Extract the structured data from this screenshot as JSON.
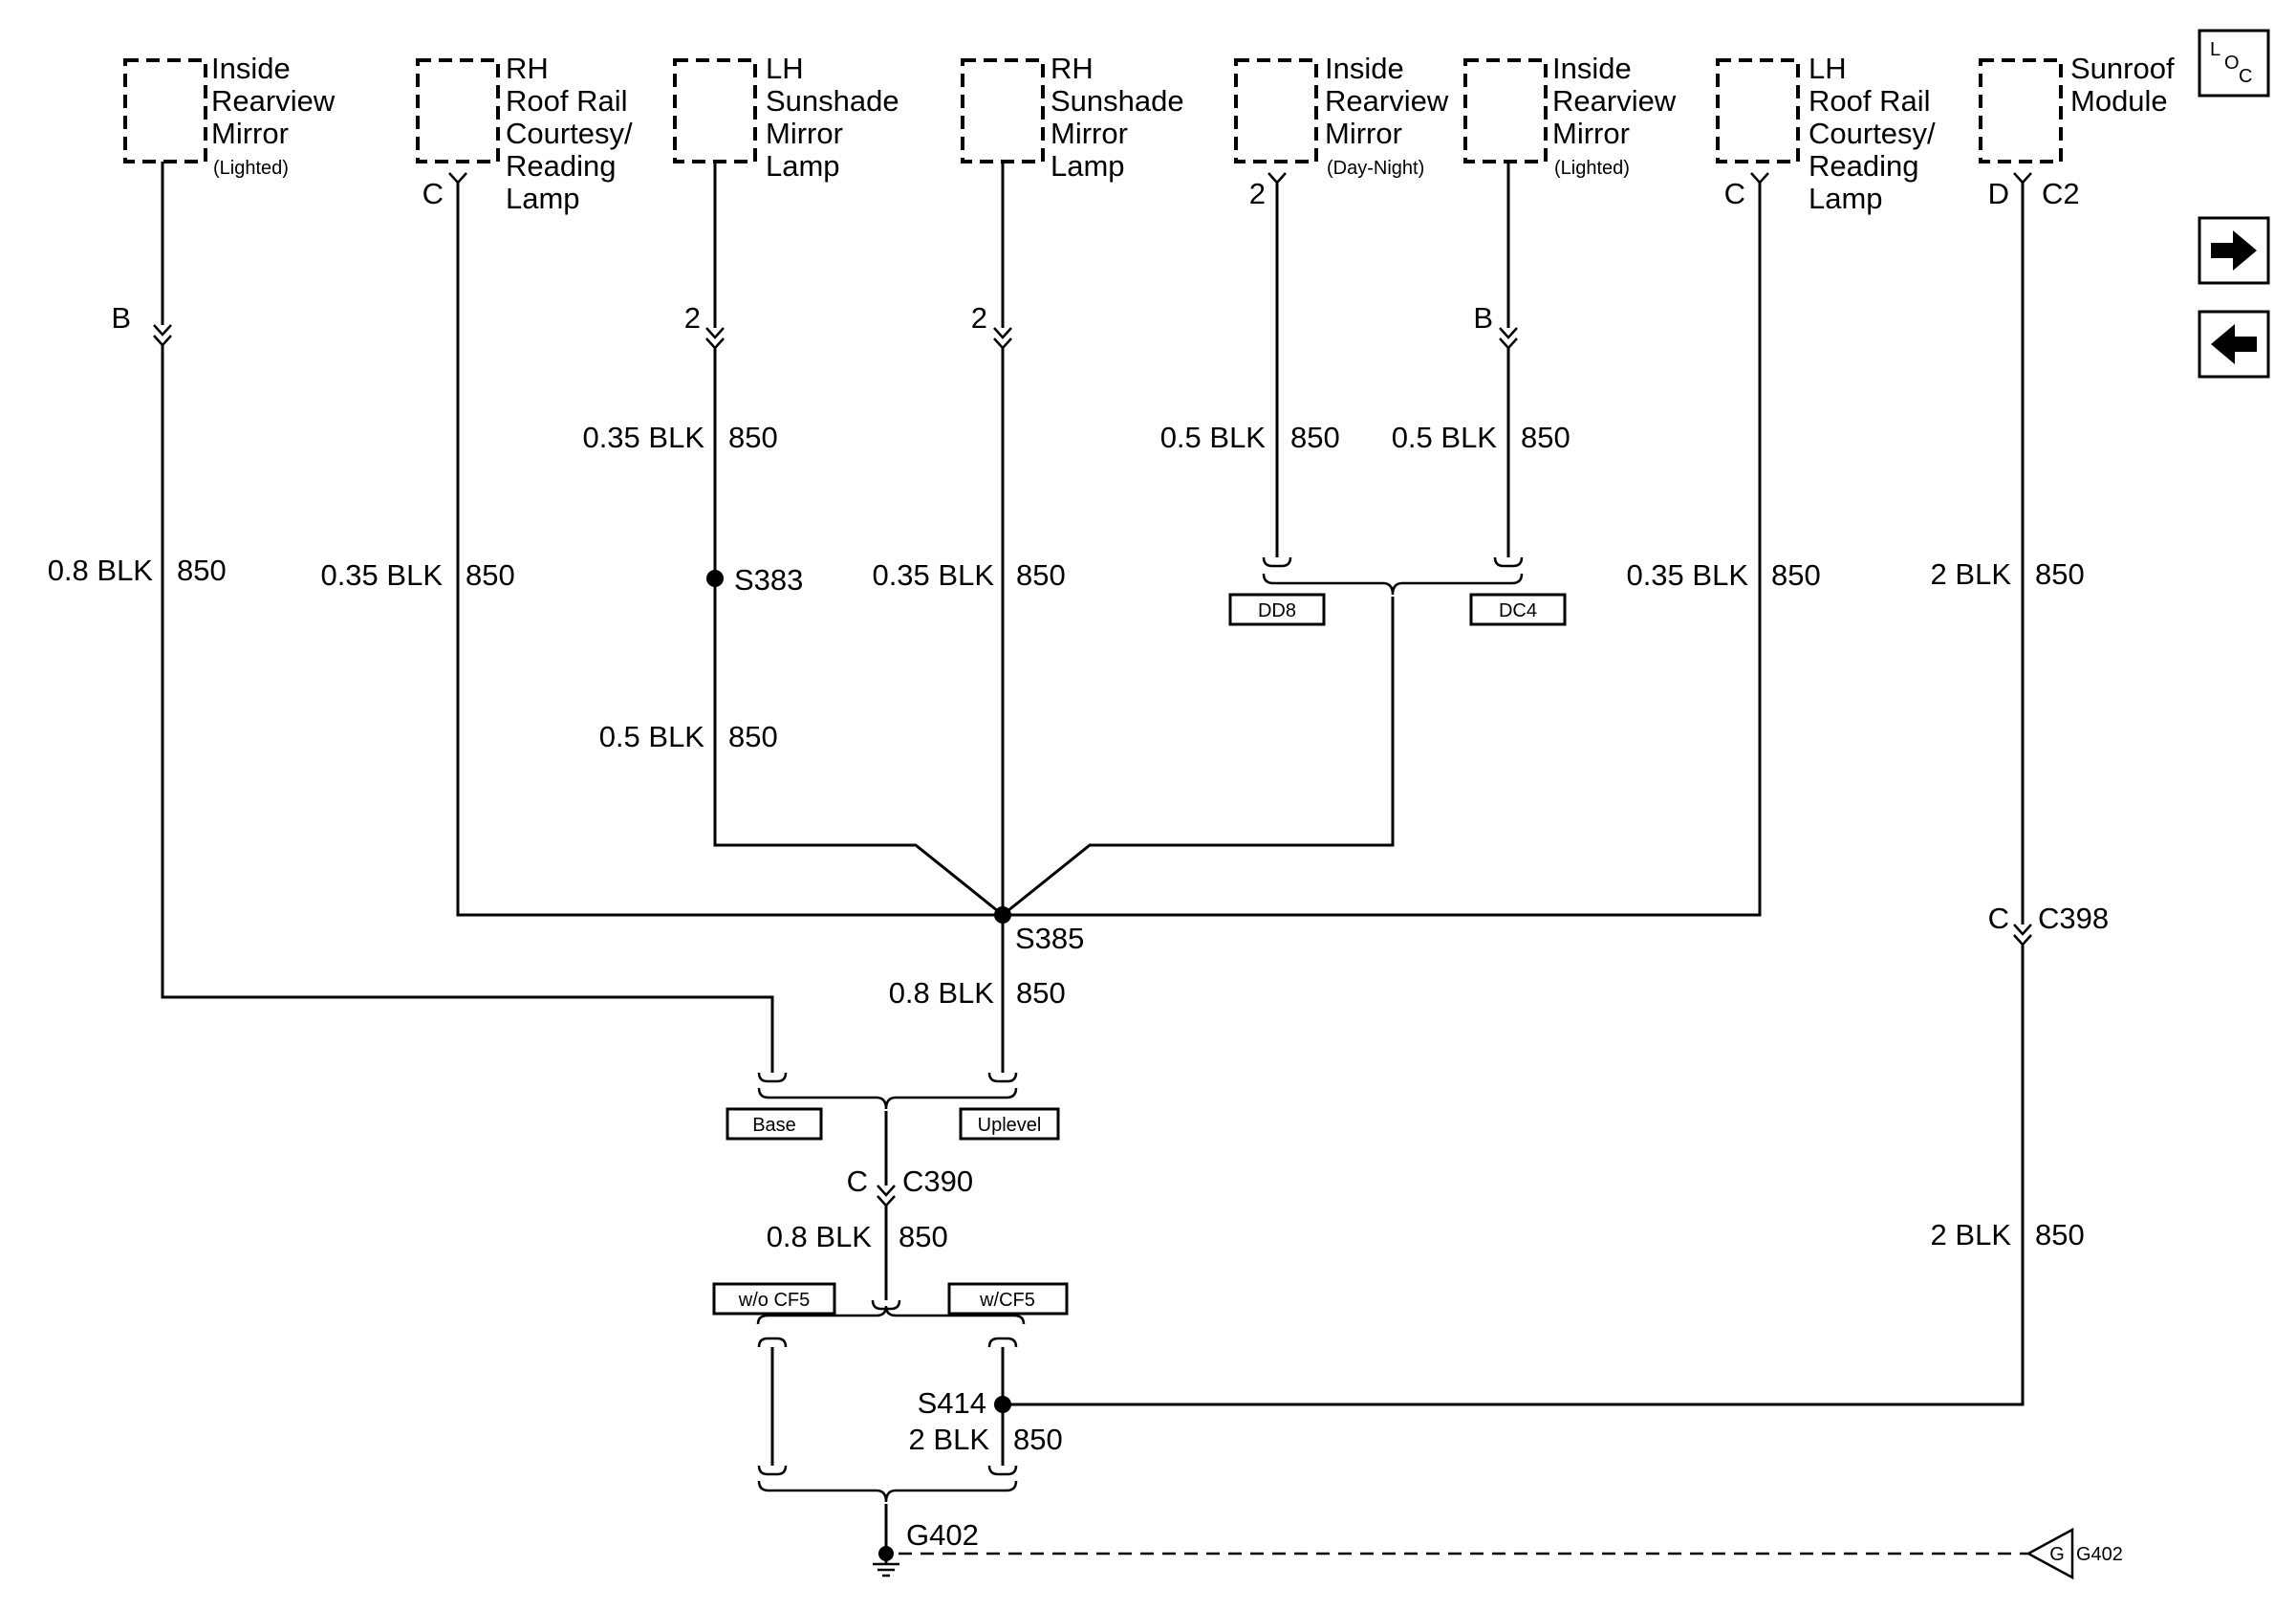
{
  "components": [
    {
      "id": "ir_mirror_lighted_1",
      "lines": [
        "Inside",
        "Rearview",
        "Mirror"
      ],
      "sub": "(Lighted)"
    },
    {
      "id": "rh_roof_rail",
      "lines": [
        "RH",
        "Roof Rail",
        "Courtesy/",
        "Reading",
        "Lamp"
      ],
      "sub": ""
    },
    {
      "id": "lh_sunshade",
      "lines": [
        "LH",
        "Sunshade",
        "Mirror",
        "Lamp"
      ],
      "sub": ""
    },
    {
      "id": "rh_sunshade",
      "lines": [
        "RH",
        "Sunshade",
        "Mirror",
        "Lamp"
      ],
      "sub": ""
    },
    {
      "id": "ir_mirror_daynight",
      "lines": [
        "Inside",
        "Rearview",
        "Mirror"
      ],
      "sub": "(Day-Night)"
    },
    {
      "id": "ir_mirror_lighted_2",
      "lines": [
        "Inside",
        "Rearview",
        "Mirror"
      ],
      "sub": "(Lighted)"
    },
    {
      "id": "lh_roof_rail",
      "lines": [
        "LH",
        "Roof Rail",
        "Courtesy/",
        "Reading",
        "Lamp"
      ],
      "sub": ""
    },
    {
      "id": "sunroof_module",
      "lines": [
        "Sunroof",
        "Module"
      ],
      "sub": ""
    }
  ],
  "pins": {
    "p1": "B",
    "p2": "C",
    "p3": "2",
    "p4": "2",
    "p5": "2",
    "p6": "B",
    "p7": "C",
    "p8_pin": "D",
    "p8_conn": "C2"
  },
  "wires": {
    "w1": {
      "size": "0.8 BLK",
      "circuit": "850"
    },
    "w2": {
      "size": "0.35 BLK",
      "circuit": "850"
    },
    "w3a": {
      "size": "0.35 BLK",
      "circuit": "850"
    },
    "w3b": {
      "size": "0.5 BLK",
      "circuit": "850"
    },
    "w4": {
      "size": "0.35 BLK",
      "circuit": "850"
    },
    "w5": {
      "size": "0.5 BLK",
      "circuit": "850"
    },
    "w6": {
      "size": "0.5 BLK",
      "circuit": "850"
    },
    "w7": {
      "size": "0.35 BLK",
      "circuit": "850"
    },
    "w8a": {
      "size": "2 BLK",
      "circuit": "850"
    },
    "w8b": {
      "size": "2 BLK",
      "circuit": "850"
    },
    "w9": {
      "size": "0.8 BLK",
      "circuit": "850"
    },
    "w10": {
      "size": "0.8 BLK",
      "circuit": "850"
    },
    "w11": {
      "size": "2 BLK",
      "circuit": "850"
    }
  },
  "splices": {
    "s383": "S383",
    "s385": "S385",
    "s414": "S414"
  },
  "connectors": {
    "c390_pin": "C",
    "c390": "C390",
    "c398_pin": "C",
    "c398": "C398"
  },
  "options": {
    "dd8": "DD8",
    "dc4": "DC4",
    "base": "Base",
    "uplevel": "Uplevel",
    "wo_cf5": "w/o CF5",
    "w_cf5": "w/CF5"
  },
  "ground": {
    "label": "G402",
    "ref_letter": "G",
    "ref_label": "G402"
  },
  "loc_box": {
    "top": "L",
    "mid": "O",
    "bot": "C"
  },
  "nav": {
    "next_icon": "arrow-right-icon",
    "prev_icon": "arrow-left-icon"
  }
}
